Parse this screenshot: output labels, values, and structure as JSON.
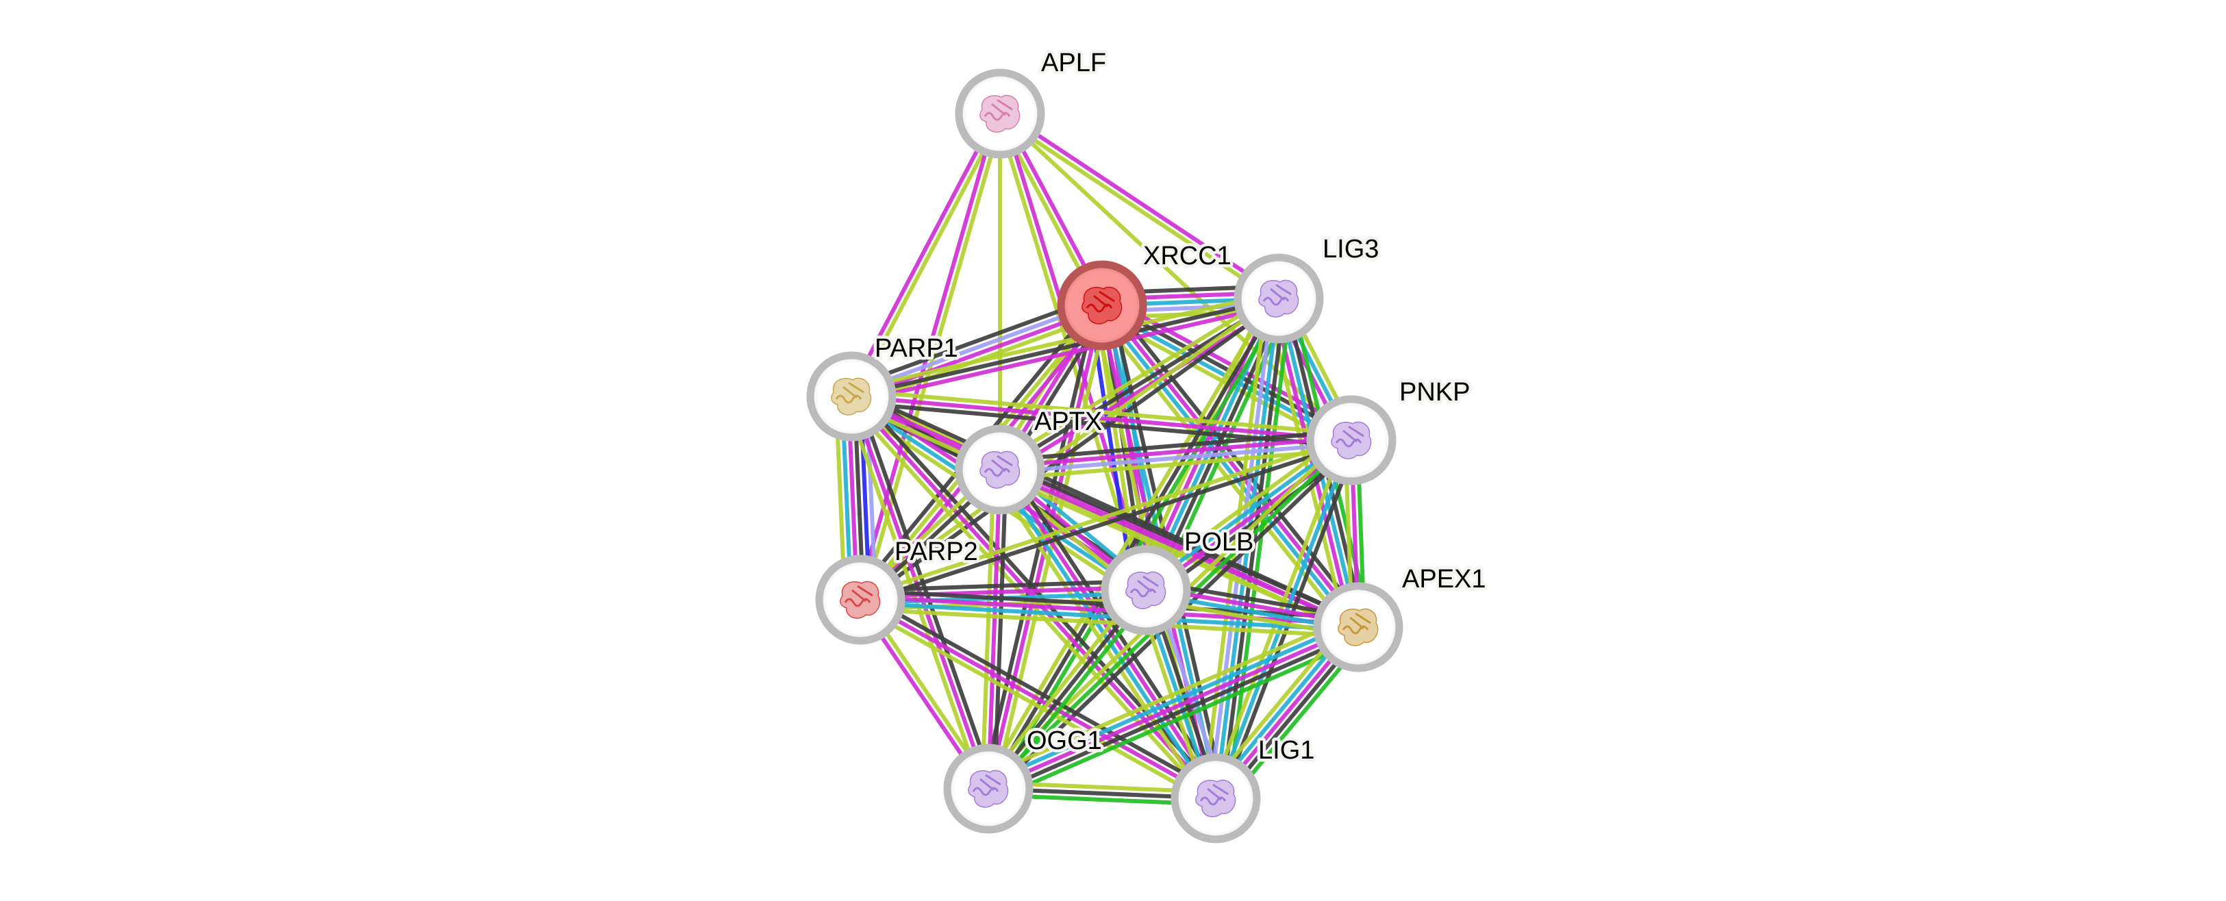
{
  "diagram": {
    "type": "protein-interaction-network",
    "query_protein": "XRCC1",
    "evidence_colors": {
      "textmining": "#b3d12e",
      "coexpression": "#3f3f3f",
      "experiments": "#d12ed6",
      "databases": "#26b0d4",
      "neighborhood": "#22bf22",
      "cooccurrence": "#2828f0",
      "homology": "#a0a0f8"
    },
    "node_style": {
      "ring_color": "#bbbbbb",
      "fill_color": "#ffffff",
      "query_fill_color": "#fa9898",
      "query_ring_color": "#b85656"
    },
    "structure_tints": {
      "APLF": "#d680b0",
      "XRCC1": "#d01010",
      "LIG3": "#a47cd8",
      "PARP1": "#c8a848",
      "APTX": "#a47cd8",
      "PNKP": "#a47cd8",
      "PARP2": "#d84848",
      "POLB": "#a47cd8",
      "APEX1": "#c89838",
      "OGG1": "#a47cd8",
      "LIG1": "#a47cd8"
    },
    "nodes": [
      {
        "id": "APLF",
        "label": "APLF",
        "query": false
      },
      {
        "id": "XRCC1",
        "label": "XRCC1",
        "query": true
      },
      {
        "id": "LIG3",
        "label": "LIG3",
        "query": false
      },
      {
        "id": "PARP1",
        "label": "PARP1",
        "query": false
      },
      {
        "id": "APTX",
        "label": "APTX",
        "query": false
      },
      {
        "id": "PNKP",
        "label": "PNKP",
        "query": false
      },
      {
        "id": "PARP2",
        "label": "PARP2",
        "query": false
      },
      {
        "id": "POLB",
        "label": "POLB",
        "query": false
      },
      {
        "id": "APEX1",
        "label": "APEX1",
        "query": false
      },
      {
        "id": "OGG1",
        "label": "OGG1",
        "query": false
      },
      {
        "id": "LIG1",
        "label": "LIG1",
        "query": false
      }
    ],
    "edges": [
      {
        "source": "APLF",
        "target": "XRCC1",
        "evidence": [
          "experiments",
          "textmining"
        ]
      },
      {
        "source": "APLF",
        "target": "LIG3",
        "evidence": [
          "experiments",
          "textmining"
        ]
      },
      {
        "source": "APLF",
        "target": "PARP1",
        "evidence": [
          "textmining",
          "experiments"
        ]
      },
      {
        "source": "APLF",
        "target": "APTX",
        "evidence": [
          "textmining"
        ]
      },
      {
        "source": "APLF",
        "target": "PARP2",
        "evidence": [
          "textmining",
          "experiments"
        ]
      },
      {
        "source": "APLF",
        "target": "POLB",
        "evidence": [
          "experiments",
          "textmining"
        ]
      },
      {
        "source": "APLF",
        "target": "PNKP",
        "evidence": [
          "textmining"
        ]
      },
      {
        "source": "XRCC1",
        "target": "LIG3",
        "evidence": [
          "coexpression",
          "experiments",
          "databases",
          "homology",
          "textmining"
        ]
      },
      {
        "source": "XRCC1",
        "target": "PARP1",
        "evidence": [
          "textmining",
          "experiments",
          "homology",
          "coexpression"
        ]
      },
      {
        "source": "XRCC1",
        "target": "APTX",
        "evidence": [
          "coexpression",
          "experiments",
          "textmining"
        ]
      },
      {
        "source": "XRCC1",
        "target": "PNKP",
        "evidence": [
          "experiments",
          "coexpression",
          "databases",
          "textmining"
        ]
      },
      {
        "source": "XRCC1",
        "target": "PARP2",
        "evidence": [
          "experiments",
          "textmining",
          "coexpression"
        ]
      },
      {
        "source": "XRCC1",
        "target": "POLB",
        "evidence": [
          "databases",
          "experiments",
          "coexpression",
          "textmining",
          "cooccurrence"
        ]
      },
      {
        "source": "XRCC1",
        "target": "APEX1",
        "evidence": [
          "coexpression",
          "experiments",
          "databases",
          "textmining"
        ]
      },
      {
        "source": "XRCC1",
        "target": "OGG1",
        "evidence": [
          "textmining",
          "experiments",
          "coexpression"
        ]
      },
      {
        "source": "XRCC1",
        "target": "LIG1",
        "evidence": [
          "coexpression",
          "databases",
          "experiments",
          "textmining"
        ]
      },
      {
        "source": "LIG3",
        "target": "PARP1",
        "evidence": [
          "experiments",
          "coexpression",
          "textmining"
        ]
      },
      {
        "source": "LIG3",
        "target": "APTX",
        "evidence": [
          "experiments",
          "coexpression",
          "textmining"
        ]
      },
      {
        "source": "LIG3",
        "target": "PNKP",
        "evidence": [
          "textmining",
          "databases",
          "experiments"
        ]
      },
      {
        "source": "LIG3",
        "target": "PARP2",
        "evidence": [
          "coexpression",
          "textmining"
        ]
      },
      {
        "source": "LIG3",
        "target": "POLB",
        "evidence": [
          "neighborhood",
          "coexpression",
          "databases",
          "experiments",
          "textmining"
        ]
      },
      {
        "source": "LIG3",
        "target": "APEX1",
        "evidence": [
          "neighborhood",
          "coexpression",
          "databases",
          "experiments",
          "textmining"
        ]
      },
      {
        "source": "LIG3",
        "target": "OGG1",
        "evidence": [
          "neighborhood",
          "coexpression",
          "textmining"
        ]
      },
      {
        "source": "LIG3",
        "target": "LIG1",
        "evidence": [
          "neighborhood",
          "coexpression",
          "databases",
          "homology",
          "textmining"
        ]
      },
      {
        "source": "PARP1",
        "target": "APTX",
        "evidence": [
          "textmining",
          "experiments",
          "coexpression"
        ]
      },
      {
        "source": "PARP1",
        "target": "PNKP",
        "evidence": [
          "textmining",
          "experiments",
          "coexpression"
        ]
      },
      {
        "source": "PARP1",
        "target": "PARP2",
        "evidence": [
          "homology",
          "cooccurrence",
          "coexpression",
          "experiments",
          "databases",
          "textmining"
        ]
      },
      {
        "source": "PARP1",
        "target": "POLB",
        "evidence": [
          "coexpression",
          "experiments",
          "databases",
          "textmining"
        ]
      },
      {
        "source": "PARP1",
        "target": "APEX1",
        "evidence": [
          "coexpression",
          "experiments",
          "textmining"
        ]
      },
      {
        "source": "PARP1",
        "target": "OGG1",
        "evidence": [
          "coexpression",
          "experiments",
          "textmining"
        ]
      },
      {
        "source": "PARP1",
        "target": "LIG1",
        "evidence": [
          "coexpression",
          "experiments",
          "textmining"
        ]
      },
      {
        "source": "APTX",
        "target": "PNKP",
        "evidence": [
          "coexpression",
          "experiments",
          "homology",
          "textmining"
        ]
      },
      {
        "source": "APTX",
        "target": "PARP2",
        "evidence": [
          "coexpression",
          "textmining"
        ]
      },
      {
        "source": "APTX",
        "target": "POLB",
        "evidence": [
          "databases",
          "experiments",
          "textmining"
        ]
      },
      {
        "source": "APTX",
        "target": "APEX1",
        "evidence": [
          "coexpression",
          "experiments",
          "textmining"
        ]
      },
      {
        "source": "APTX",
        "target": "OGG1",
        "evidence": [
          "coexpression",
          "experiments",
          "textmining"
        ]
      },
      {
        "source": "APTX",
        "target": "LIG1",
        "evidence": [
          "coexpression",
          "experiments",
          "databases",
          "textmining"
        ]
      },
      {
        "source": "PNKP",
        "target": "PARP2",
        "evidence": [
          "coexpression",
          "textmining"
        ]
      },
      {
        "source": "PNKP",
        "target": "POLB",
        "evidence": [
          "coexpression",
          "experiments",
          "databases",
          "textmining"
        ]
      },
      {
        "source": "PNKP",
        "target": "APEX1",
        "evidence": [
          "neighborhood",
          "experiments",
          "textmining"
        ]
      },
      {
        "source": "PNKP",
        "target": "OGG1",
        "evidence": [
          "coexpression",
          "neighborhood",
          "textmining"
        ]
      },
      {
        "source": "PNKP",
        "target": "LIG1",
        "evidence": [
          "coexpression",
          "databases",
          "textmining"
        ]
      },
      {
        "source": "PARP2",
        "target": "POLB",
        "evidence": [
          "coexpression",
          "experiments",
          "databases",
          "textmining"
        ]
      },
      {
        "source": "PARP2",
        "target": "APEX1",
        "evidence": [
          "coexpression",
          "experiments",
          "databases",
          "textmining"
        ]
      },
      {
        "source": "PARP2",
        "target": "OGG1",
        "evidence": [
          "textmining",
          "experiments"
        ]
      },
      {
        "source": "PARP2",
        "target": "LIG1",
        "evidence": [
          "coexpression",
          "experiments",
          "textmining"
        ]
      },
      {
        "source": "POLB",
        "target": "APEX1",
        "evidence": [
          "coexpression",
          "experiments",
          "databases",
          "textmining"
        ]
      },
      {
        "source": "POLB",
        "target": "OGG1",
        "evidence": [
          "neighborhood",
          "coexpression",
          "textmining"
        ]
      },
      {
        "source": "POLB",
        "target": "LIG1",
        "evidence": [
          "homology",
          "coexpression",
          "databases",
          "textmining"
        ]
      },
      {
        "source": "APEX1",
        "target": "OGG1",
        "evidence": [
          "neighborhood",
          "coexpression",
          "experiments",
          "databases",
          "textmining"
        ]
      },
      {
        "source": "APEX1",
        "target": "LIG1",
        "evidence": [
          "neighborhood",
          "coexpression",
          "experiments",
          "databases",
          "textmining"
        ]
      },
      {
        "source": "OGG1",
        "target": "LIG1",
        "evidence": [
          "textmining",
          "coexpression",
          "neighborhood"
        ]
      }
    ]
  }
}
